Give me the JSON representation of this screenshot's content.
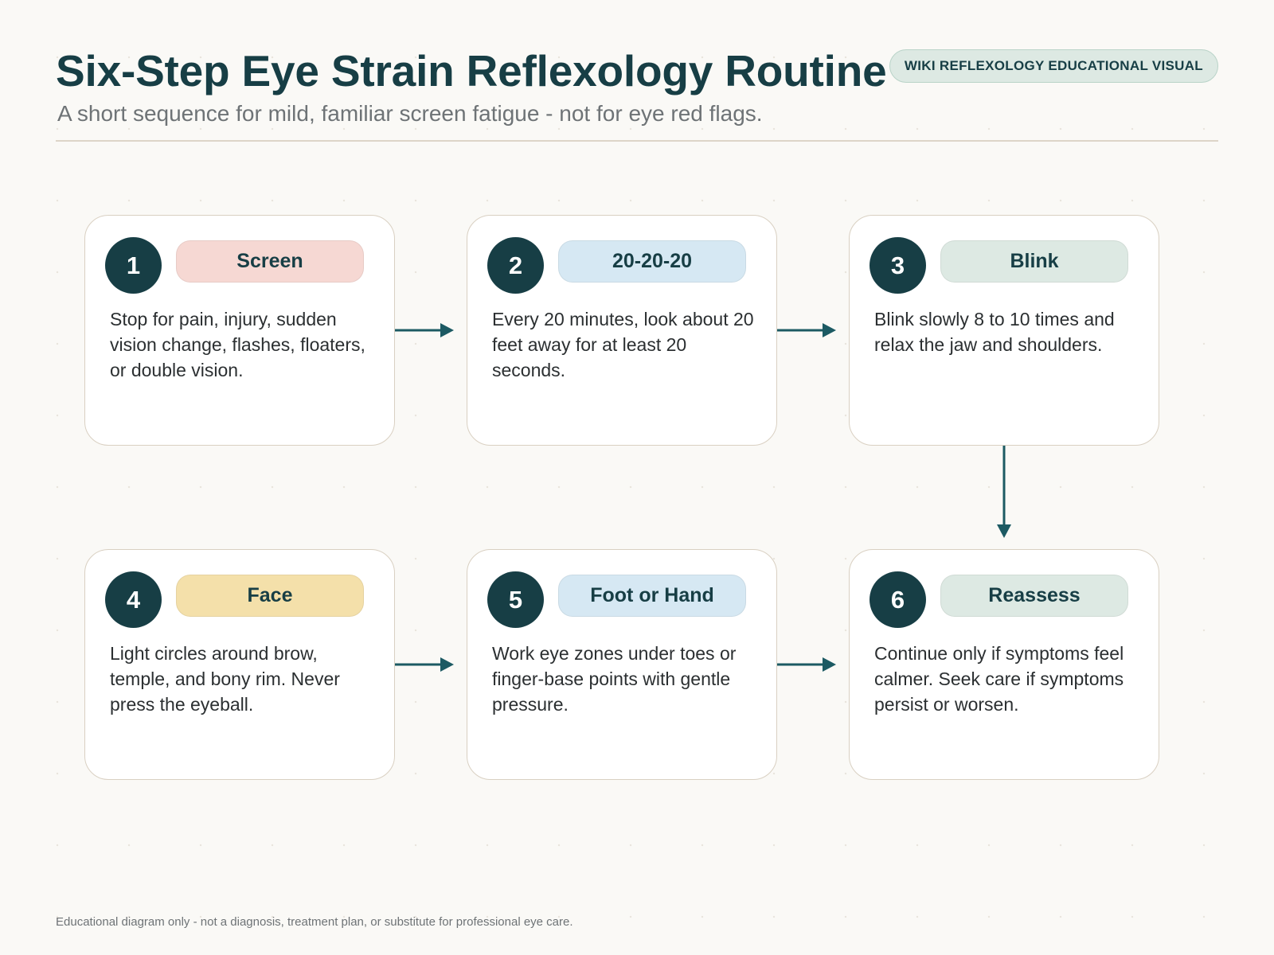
{
  "header": {
    "title": "Six-Step Eye Strain Reflexology Routine",
    "subtitle": "A short sequence for mild, familiar screen fatigue - not for eye red flags.",
    "badge": "WIKI REFLEXOLOGY EDUCATIONAL VISUAL"
  },
  "steps": [
    {
      "number": "1",
      "label": "Screen",
      "text": "Stop for pain, injury, sudden vision change, flashes, floaters, or double vision.",
      "color": "#f6d8d3"
    },
    {
      "number": "2",
      "label": "20-20-20",
      "text": "Every 20 minutes, look about 20 feet away for at least 20 seconds.",
      "color": "#d6e8f3"
    },
    {
      "number": "3",
      "label": "Blink",
      "text": "Blink slowly 8 to 10 times and relax the jaw and shoulders.",
      "color": "#dde9e3"
    },
    {
      "number": "4",
      "label": "Face",
      "text": "Light circles around brow, temple, and bony rim. Never press the eyeball.",
      "color": "#f4e0aa"
    },
    {
      "number": "5",
      "label": "Foot or Hand",
      "text": "Work eye zones under toes or finger-base points with gentle pressure.",
      "color": "#d6e8f3"
    },
    {
      "number": "6",
      "label": "Reassess",
      "text": "Continue only if symptoms feel calmer. Seek care if symptoms persist or worsen.",
      "color": "#dde9e3"
    }
  ],
  "footer": "Educational diagram only - not a diagnosis, treatment plan, or substitute for professional eye care.",
  "colors": {
    "primary": "#173e45",
    "arrow": "#1c5a63",
    "card_border": "#d9d0c2",
    "background": "#faf9f6"
  }
}
